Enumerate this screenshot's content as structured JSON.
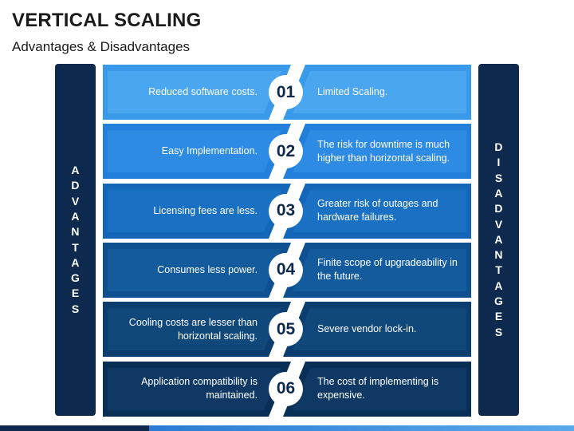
{
  "title": "VERTICAL SCALING",
  "subtitle": "Advantages & Disadvantages",
  "left_label": "ADVANTAGES",
  "right_label": "DISADVANTAGES",
  "rows": [
    {
      "num": "01",
      "advantage": "Reduced software costs.",
      "disadvantage": "Limited Scaling.",
      "color": "#3a9aea",
      "inner": "#4aa6ee"
    },
    {
      "num": "02",
      "advantage": "Easy Implementation.",
      "disadvantage": "The risk for downtime is much higher than horizontal scaling.",
      "color": "#2280dc",
      "inner": "#2d8be3"
    },
    {
      "num": "03",
      "advantage": "Licensing fees are less.",
      "disadvantage": "Greater risk of outages and hardware failures.",
      "color": "#1466b8",
      "inner": "#1a70c2"
    },
    {
      "num": "04",
      "advantage": "Consumes less power.",
      "disadvantage": "Finite scope of upgradeability in the future.",
      "color": "#0e5090",
      "inner": "#145b9e"
    },
    {
      "num": "05",
      "advantage": "Cooling costs are lesser than horizontal scaling.",
      "disadvantage": "Severe vendor lock-in.",
      "color": "#0b3e6f",
      "inner": "#10487c"
    },
    {
      "num": "06",
      "advantage": "Application compatibility is maintained.",
      "disadvantage": "The cost of implementing is expensive.",
      "color": "#0a2f57",
      "inner": "#0f3964"
    }
  ]
}
